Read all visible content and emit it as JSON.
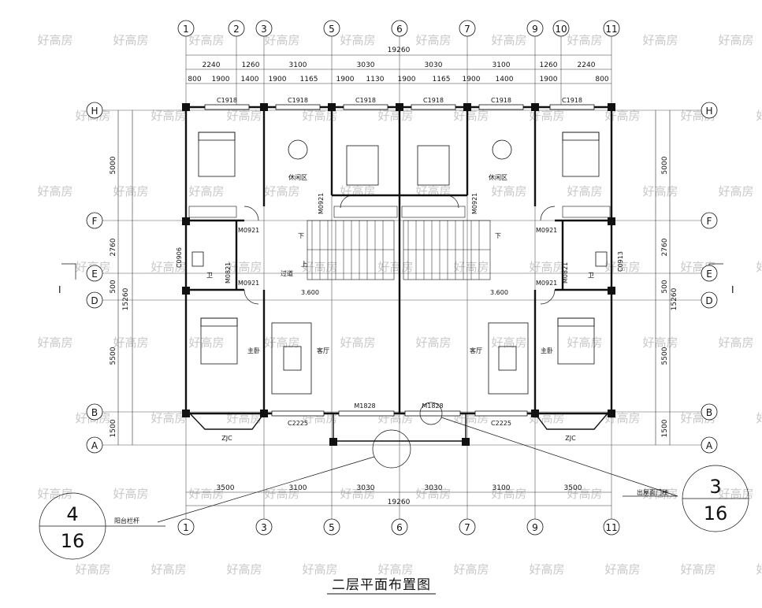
{
  "title": "二层平面布置图",
  "watermark": "好高房",
  "axes": {
    "columns": [
      "1",
      "2",
      "3",
      "5",
      "6",
      "7",
      "9",
      "10",
      "11"
    ],
    "rows": [
      "H",
      "F",
      "E",
      "D",
      "B",
      "A"
    ]
  },
  "dimensions": {
    "top_total": "19260",
    "top_row1": [
      "2240",
      "1260",
      "3100",
      "3030",
      "3030",
      "3100",
      "1260",
      "2240"
    ],
    "top_row2": [
      "800",
      "1900",
      "1400",
      "1900",
      "1165",
      "1900",
      "1130",
      "1900",
      "1165",
      "1900",
      "1400",
      "1900",
      "800"
    ],
    "bottom_row": [
      "3500",
      "3100",
      "3030",
      "3030",
      "3100",
      "3500"
    ],
    "bottom_total": "19260",
    "side": [
      "5000",
      "2760",
      "500",
      "5500",
      "1500"
    ],
    "side_total": "15260"
  },
  "labels": {
    "window_c1918": "C1918",
    "window_c2225": "C2225",
    "door_m0921": "M0921",
    "door_m1828": "M1828",
    "door_m0821": "M0821",
    "window_c0906": "C0906",
    "window_c0913": "C0913",
    "rest_area": "休闲区",
    "corridor": "过道",
    "living_room": "客厅",
    "master_bedroom": "主卧",
    "bathroom": "卫",
    "elevation": "3.600",
    "bay_window": "ZJC",
    "down": "下",
    "up": "上",
    "railing_note": "阳台栏杆",
    "gate_note": "出屋面门楼",
    "section_mark": "I"
  },
  "detail_refs": [
    {
      "top": "4",
      "bottom": "16"
    },
    {
      "top": "3",
      "bottom": "16"
    }
  ]
}
